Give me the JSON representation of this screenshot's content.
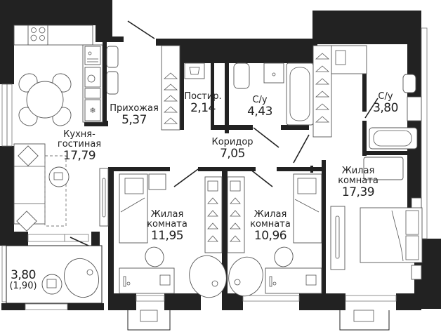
{
  "plan": {
    "type": "apartment-floor-plan",
    "colors": {
      "wall": "#222222",
      "background": "#ffffff",
      "furniture_stroke": "#555555"
    },
    "rooms": [
      {
        "id": "kitchen-living",
        "name_line1": "Кухня-",
        "name_line2": "гостиная",
        "area": "17,79"
      },
      {
        "id": "hallway",
        "name_line1": "Прихожая",
        "area": "5,37"
      },
      {
        "id": "laundry",
        "name_line1": "Постир.",
        "area": "2,14"
      },
      {
        "id": "bathroom-1",
        "name_line1": "С/у",
        "area": "4,43"
      },
      {
        "id": "corridor",
        "name_line1": "Коридор",
        "area": "7,05"
      },
      {
        "id": "bathroom-2",
        "name_line1": "С/у",
        "area": "3,80"
      },
      {
        "id": "bedroom-master",
        "name_line1": "Жилая",
        "name_line2": "комната",
        "area": "17,39"
      },
      {
        "id": "bedroom-1",
        "name_line1": "Жилая",
        "name_line2": "комната",
        "area": "11,95"
      },
      {
        "id": "bedroom-2",
        "name_line1": "Жилая",
        "name_line2": "комната",
        "area": "10,96"
      },
      {
        "id": "balcony",
        "area": "3,80",
        "area_reduced": "(1,90)"
      }
    ]
  }
}
